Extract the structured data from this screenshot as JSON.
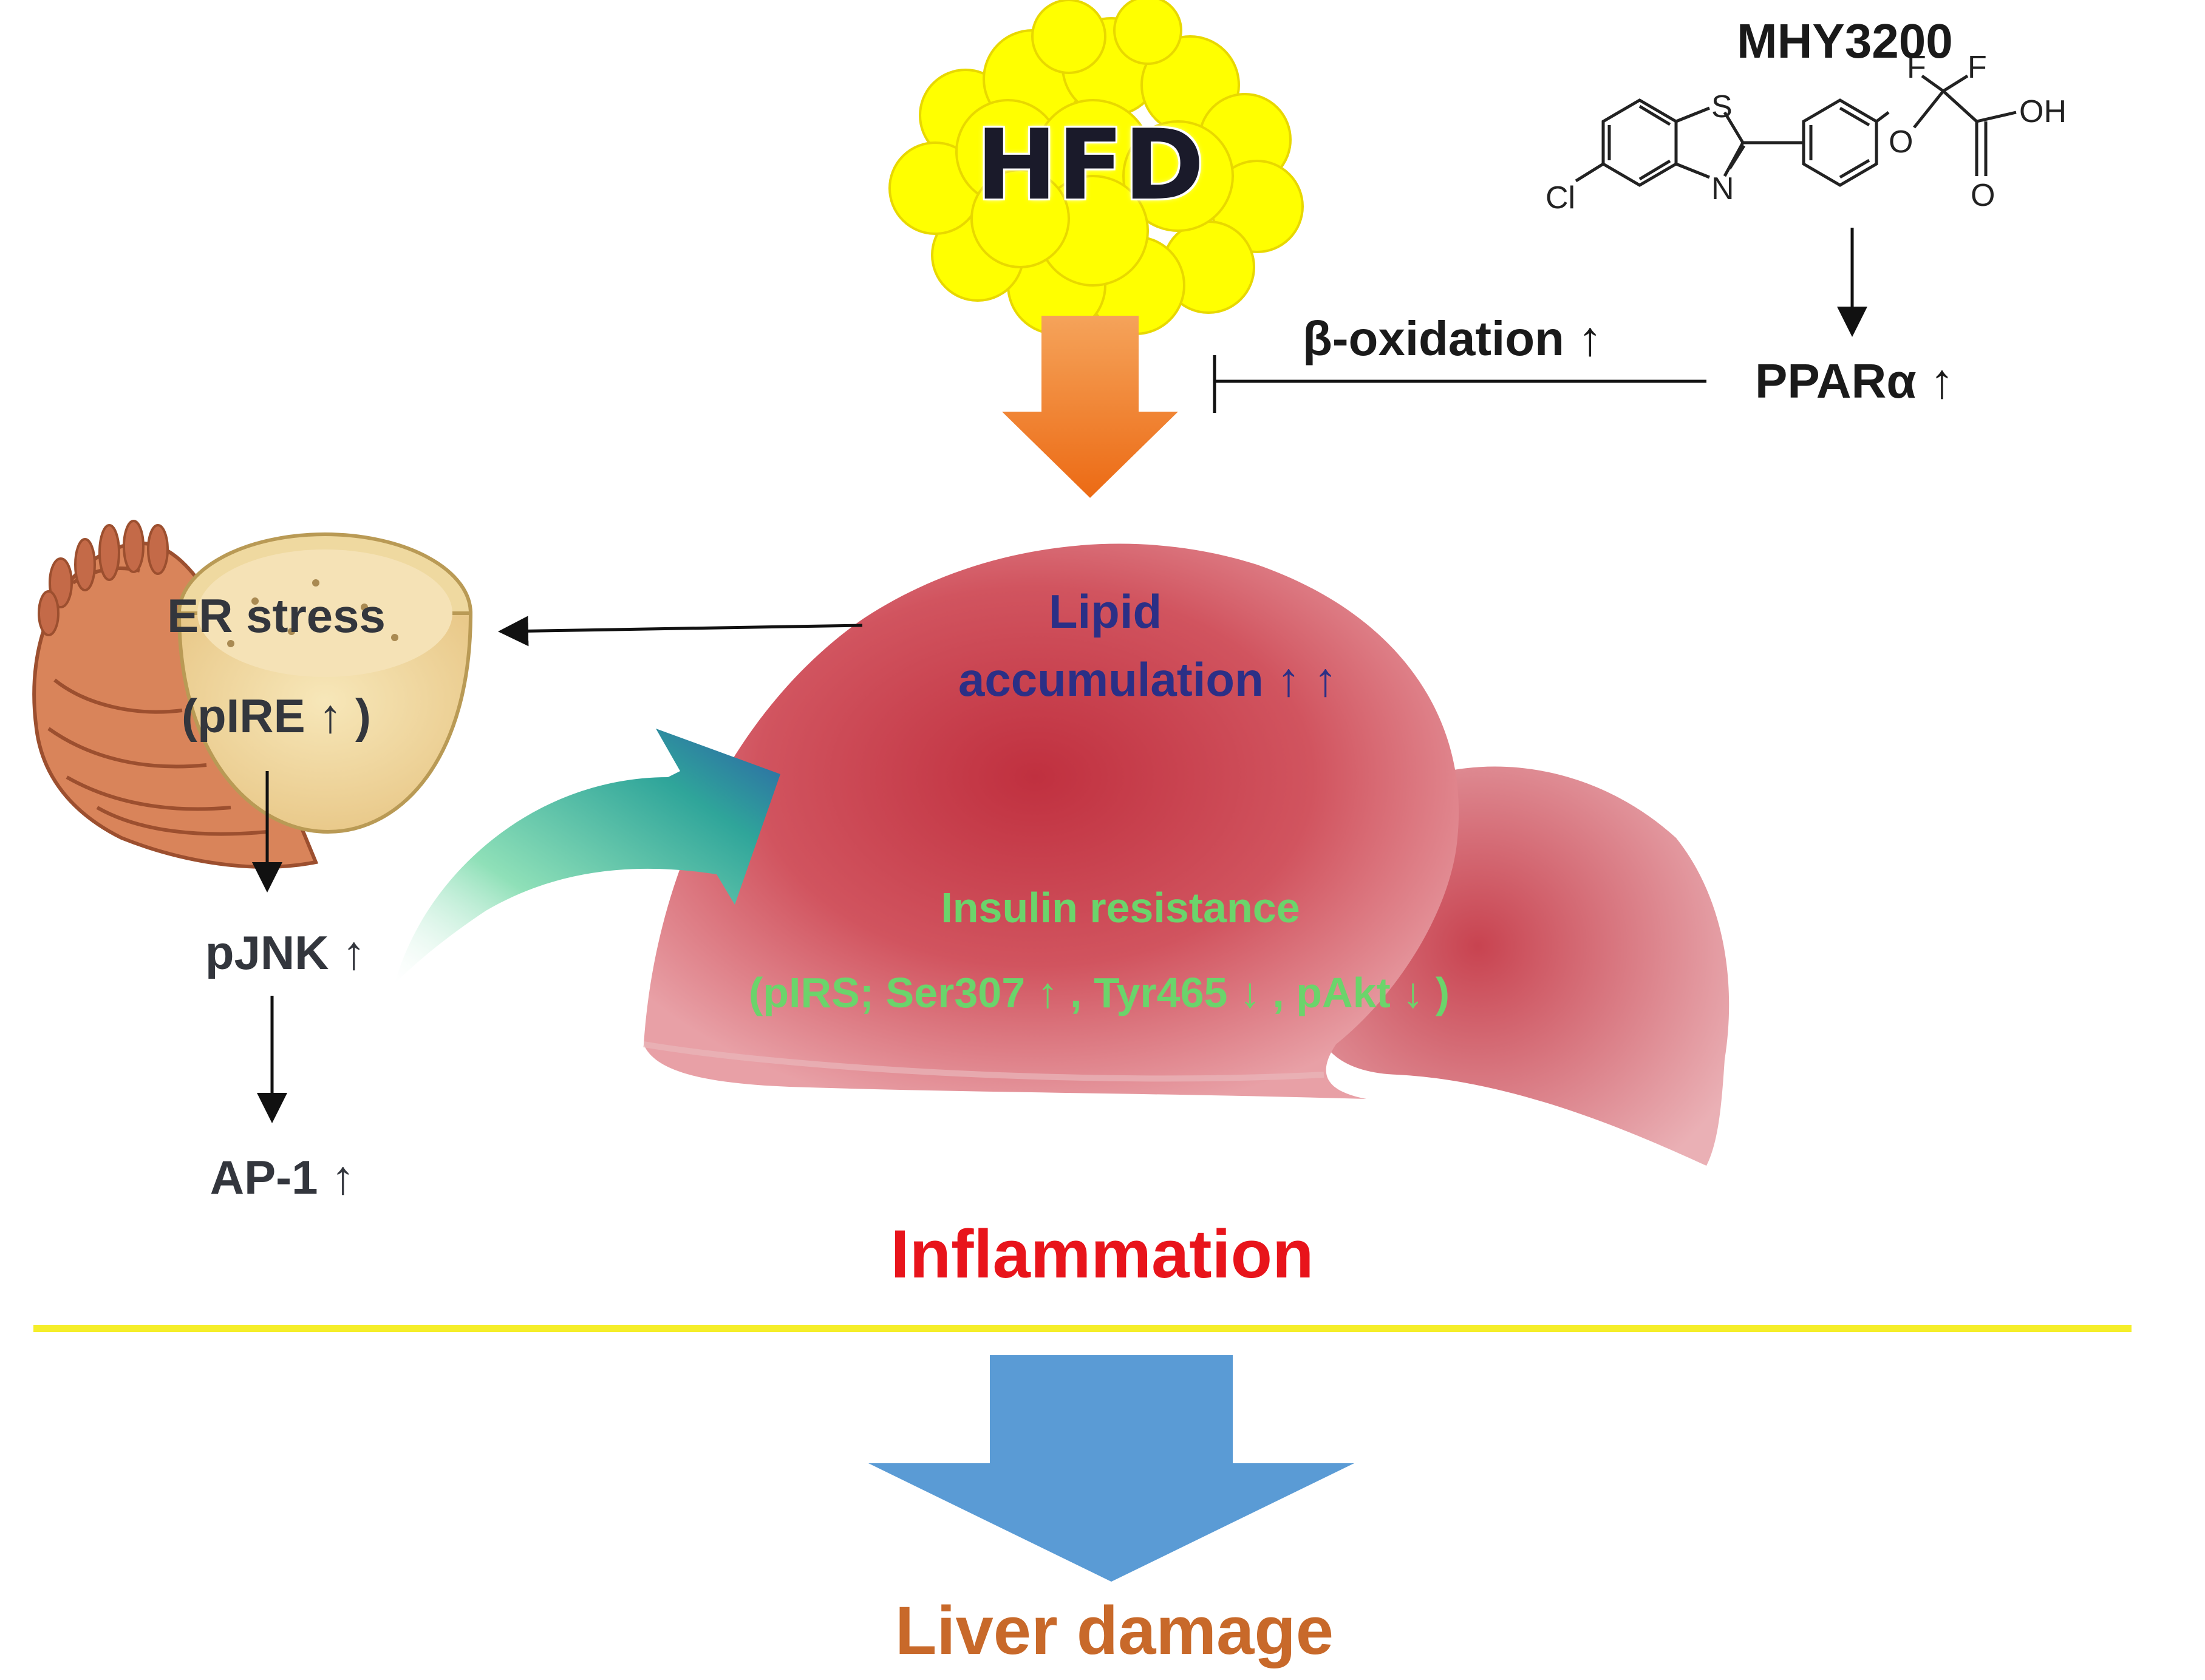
{
  "hfd": {
    "label": "HFD"
  },
  "compound": {
    "name": "MHY3200",
    "atoms": {
      "S": "S",
      "N": "N",
      "Cl": "Cl",
      "O1": "O",
      "F1": "F",
      "F2": "F",
      "OH": "OH",
      "O2": "O"
    }
  },
  "beta_oxidation": {
    "label": "β-oxidation ↑"
  },
  "ppar": {
    "label": "PPARα ↑"
  },
  "liver": {
    "lipid_line1": "Lipid",
    "lipid_line2": "accumulation ↑ ↑",
    "insulin_line1": "Insulin resistance",
    "insulin_line2": "(pIRS; Ser307 ↑ , Tyr465 ↓ , pAkt ↓ )"
  },
  "er": {
    "line1": "ER stress",
    "line2": "(pIRE ↑ )"
  },
  "pathway": {
    "pjnk": "pJNK ↑",
    "ap1": "AP-1 ↑"
  },
  "outcome": {
    "inflammation": "Inflammation",
    "damage": "Liver damage"
  },
  "colors": {
    "hfd_fat": "#ffff00",
    "hfd_arrow": "#f07d24",
    "liver": "#cf4f5f",
    "lipid_text": "#2b2f86",
    "insulin_text": "#6bd46b",
    "inflammation_text": "#e8141b",
    "damage_text": "#c8692a",
    "divider": "#f5ee2a",
    "down_arrow": "#5a9bd5",
    "curved_arrow": "#3fa58c"
  }
}
